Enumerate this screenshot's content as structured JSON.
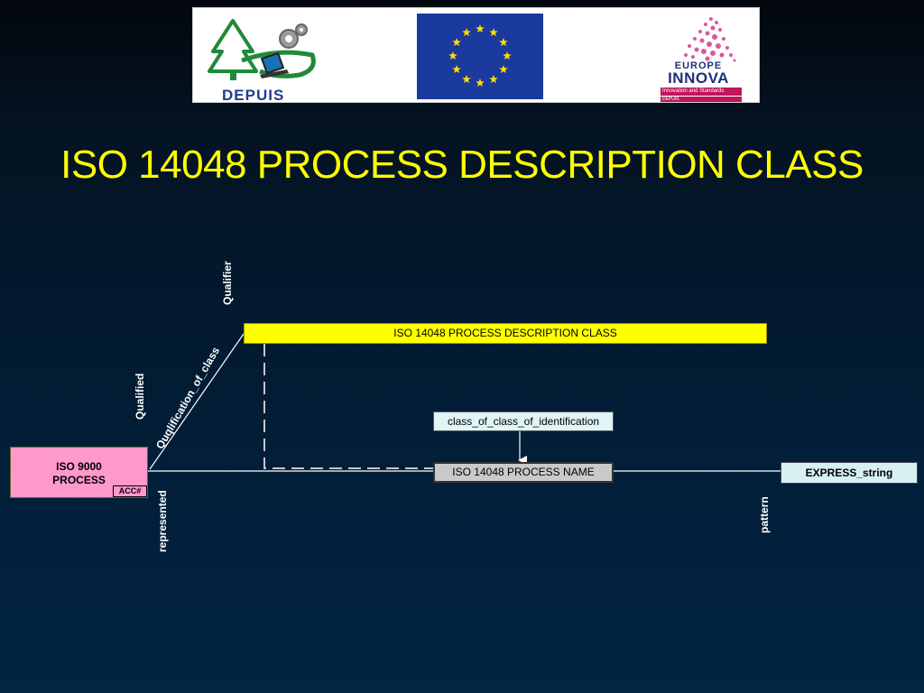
{
  "logos": {
    "depuis_text": "DEPUIS",
    "innova_europe": "EUROPE",
    "innova_innova": "INNOVA",
    "innova_sub": "Innovation and Standards",
    "innova_sub2": "DEPUIS"
  },
  "title": "ISO 14048 PROCESS DESCRIPTION CLASS",
  "diagram": {
    "class_box": "ISO 14048 PROCESS DESCRIPTION CLASS",
    "identification_box": "class_of_class_of_identification",
    "name_box": "ISO 14048 PROCESS NAME",
    "express_box": "EXPRESS_string",
    "iso9000_line1": "ISO 9000",
    "iso9000_line2": "PROCESS",
    "acc_tag": "ACC#",
    "labels": {
      "qualifier": "Qualifier",
      "qualified": "Qualified",
      "qualification_of_class": "Quqlification_of_class",
      "represented": "represented",
      "pattern": "pattern"
    }
  },
  "colors": {
    "title": "#ffff00",
    "class_box": "#ffff00",
    "iso9000_box": "#ff99cc",
    "identification_box": "#e0f5f5",
    "name_box": "#c9c9c9",
    "express_box": "#d7f0f4",
    "eu_flag_blue": "#1a3a9e",
    "eu_star": "#ffdd00"
  }
}
